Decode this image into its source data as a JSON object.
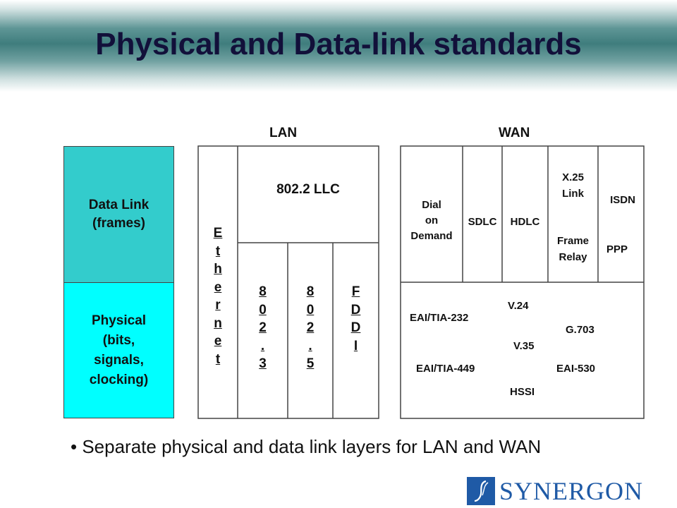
{
  "title": "Physical and Data-link standards",
  "lan_label": "LAN",
  "wan_label": "WAN",
  "left_column": {
    "data_link": "Data Link\n(frames)",
    "physical": "Physical\n(bits,\nsignals,\nclocking)"
  },
  "lan": {
    "ethernet": "E\nt\nh\ne\nr\nn\ne\nt",
    "llc": "802.2 LLC",
    "ieee_802_3": "8\n0\n2\n.\n3",
    "ieee_802_5": "8\n0\n2\n.\n5",
    "fddi": "F\nD\nD\nI"
  },
  "wan": {
    "dial_on_demand": "Dial\non\nDemand",
    "sdlc": "SDLC",
    "hdlc": "HDLC",
    "x25_link": "X.25\nLink",
    "frame_relay": "Frame\nRelay",
    "isdn": "ISDN",
    "ppp": "PPP",
    "eai_tia_232": "EAI/TIA-232",
    "v24": "V.24",
    "g703": "G.703",
    "v35": "V.35",
    "eai_tia_449": "EAI/TIA-449",
    "eai_530": "EAI-530",
    "hssi": "HSSI"
  },
  "bullet": "Separate physical and data link layers for LAN and WAN",
  "logo_text": "SYNERGON",
  "colors": {
    "data_link_fill": "#33cccc",
    "physical_fill": "#00ffff",
    "title_color": "#12103a",
    "logo_blue": "#1f5aa6"
  }
}
